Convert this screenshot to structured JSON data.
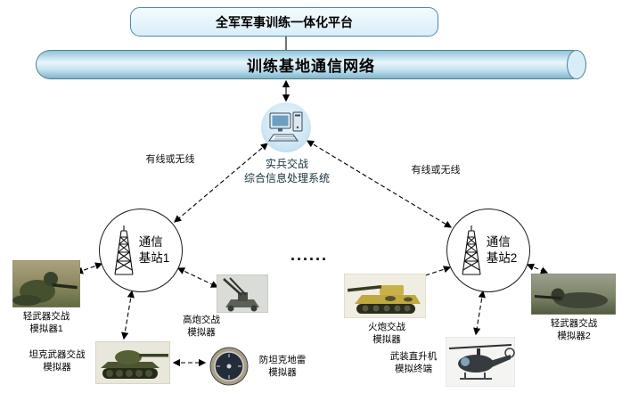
{
  "colors": {
    "platform_fill": "#e9f7fd",
    "platform_border": "#4d88b5",
    "cylinder_fill": "#c2e1ef",
    "arrow": "#000000"
  },
  "platform": {
    "label": "全军军事训练一体化平台"
  },
  "network": {
    "label": "训练基地通信网络"
  },
  "processor": {
    "label": "实兵交战\n综合信息处理系统",
    "icon": "desktop-computer-icon"
  },
  "links": {
    "left_label": "有线或无线",
    "right_label": "有线或无线"
  },
  "stations": [
    {
      "label": "通信\n基站1",
      "icon": "antenna-tower-icon"
    },
    {
      "label": "通信\n基站2",
      "icon": "antenna-tower-icon"
    }
  ],
  "ellipsis": "......",
  "simulators": [
    {
      "key": "light-weapons-1",
      "label": "轻武器交战\n模拟器1",
      "image": "soldier-photo"
    },
    {
      "key": "tank-weapons",
      "label": "坦克武器交战\n模拟器",
      "image": "tank-photo"
    },
    {
      "key": "aa-gun",
      "label": "高炮交战\n模拟器",
      "image": "anti-aircraft-gun-photo"
    },
    {
      "key": "anti-tank-mine",
      "label": "防坦克地雷\n模拟器",
      "image": "mine-compass-photo"
    },
    {
      "key": "artillery",
      "label": "火炮交战\n模拟器",
      "image": "artillery-photo"
    },
    {
      "key": "helicopter",
      "label": "武装直升机\n模拟终端",
      "image": "attack-helicopter-photo"
    },
    {
      "key": "light-weapons-2",
      "label": "轻武器交战\n模拟器2",
      "image": "soldier-photo"
    }
  ]
}
